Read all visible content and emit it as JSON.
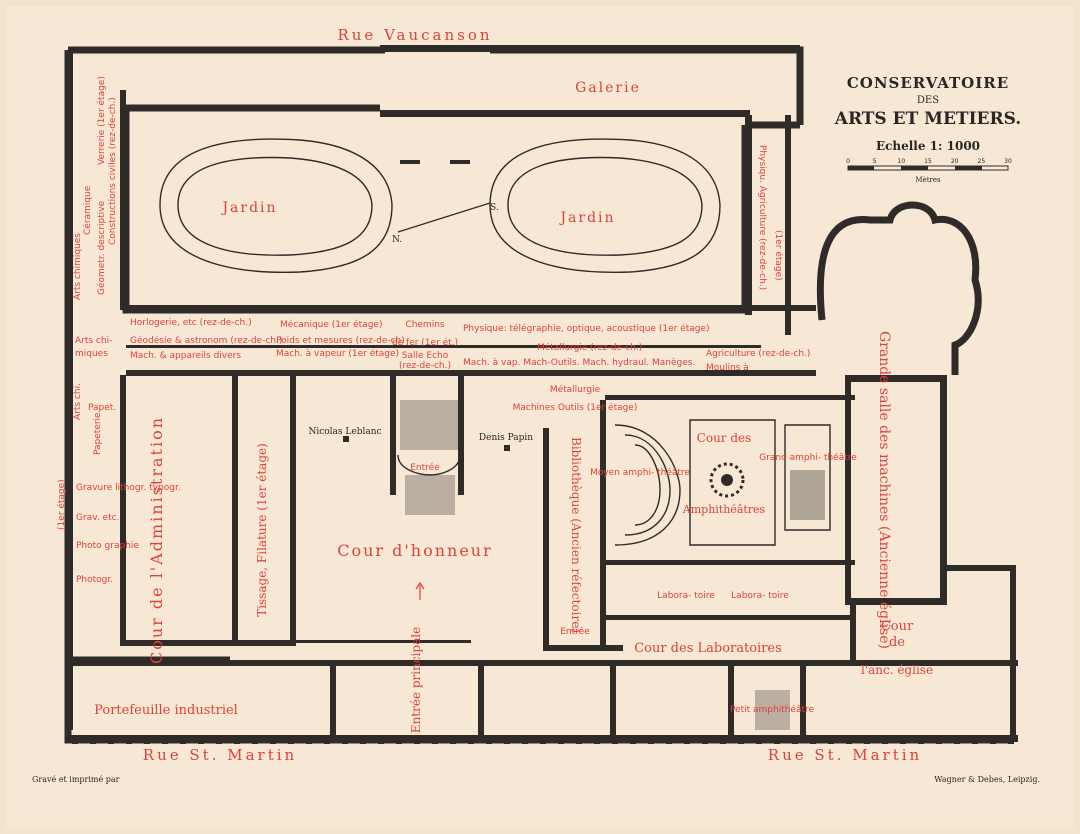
{
  "title": {
    "line1": "CONSERVATOIRE",
    "line2": "DES",
    "line3": "ARTS ET METIERS.",
    "scale": "Echelle 1: 1000",
    "scale_ticks": [
      "0",
      "5",
      "10",
      "15",
      "20",
      "25",
      "30"
    ],
    "scale_unit": "Mètres"
  },
  "streets": {
    "top": "Rue Vaucanson",
    "bottom_left": "Rue St. Martin",
    "bottom_right": "Rue St. Martin"
  },
  "labels": {
    "galerie": "Galerie",
    "jardin_left": "Jardin",
    "jardin_right": "Jardin",
    "compass_n": "N.",
    "compass_s": "S.",
    "physique_agri": "Physiqu. Agriculture (rez-de-ch.)",
    "premier_etage": "(1er étage)",
    "ceramique": "Céramique",
    "verrerie": "Verrerie (1er étage)",
    "constructions": "Constructions civiles (rez-de-ch.)",
    "geometrie": "Géometr. descriptive",
    "arts_chimiques": "Arts chimiques",
    "horlogerie": "Horlogerie, etc (rez-de-ch.)",
    "geodesie": "Géodésie & astronom (rez-de-ch.)",
    "mach_app": "Mach. & appareils divers",
    "mecanique": "Mécanique (1er étage)",
    "poids": "Poids et mesures (rez-de-ch)",
    "mach_vapeur": "Mach. à vapeur (1er étage)",
    "chemins": "Chemins",
    "de_fer": "de fer (1er ét.)",
    "salle_echo": "Salle Echo",
    "salle_echo2": "(rez-de-ch.)",
    "physique_tel": "Physique: télégraphie, optique, acoustique (1er étage)",
    "metallurgie_row": "Métallurgie (rez-de-ch.)",
    "mach_outils_row": "Mach. à vap. Mach-Outils. Mach. hydraul. Manèges.",
    "moulins": "Moulins à",
    "agriculture2": "Agriculture (rez-de-ch.)",
    "arts_chi2": "Arts chi.",
    "arts_chi_mi": "Arts chi-",
    "arts_miques": "miques",
    "papet": "Papet.",
    "papeterie": "Papeterie",
    "gravure": "Gravure lithogr. typogr.",
    "grav_etc": "Grav. etc.",
    "premier2": "(1er étage)",
    "photo": "Photo graphie",
    "photogr": "Photogr.",
    "cour_admin": "Cour de l'Administration",
    "tissage": "Tissage, Filature (1er étage)",
    "nicolas": "Nicolas Leblanc",
    "entree1": "Entrée",
    "denis": "Denis Papin",
    "cour_honneur": "Cour d'honneur",
    "metallurgie2": "Métallurgie",
    "machines_outils": "Machines Outils (1er étage)",
    "bibliotheque": "Bibliothèque (Ancien réfectoire)",
    "entree2": "Entrée",
    "moyen_amphi": "Moyen amphi- théâtre",
    "cour_amphi1": "Cour des",
    "cour_amphi2": "Amphithéâtres",
    "grand_amphi": "Grand amphi- théâtre",
    "grande_salle": "Grande salle des machines (Ancienne église)",
    "labo1": "Labora- toire",
    "labo2": "Labora- toire",
    "cour_labo": "Cour des Laboratoires",
    "cour_eglise1": "Cour",
    "cour_eglise2": "de",
    "cour_eglise3": "l'anc. église",
    "portefeuille": "Portefeuille industriel",
    "entree_principale": "Entrée principale",
    "petit_amphi": "Petit amphithéâtre",
    "grave": "Gravé et imprimé par",
    "wagner": "Wagner & Debes, Leipzig."
  },
  "colors": {
    "paper": "#f3e3cd",
    "ink": "#2f2b29",
    "label_red": "#e0413b"
  }
}
